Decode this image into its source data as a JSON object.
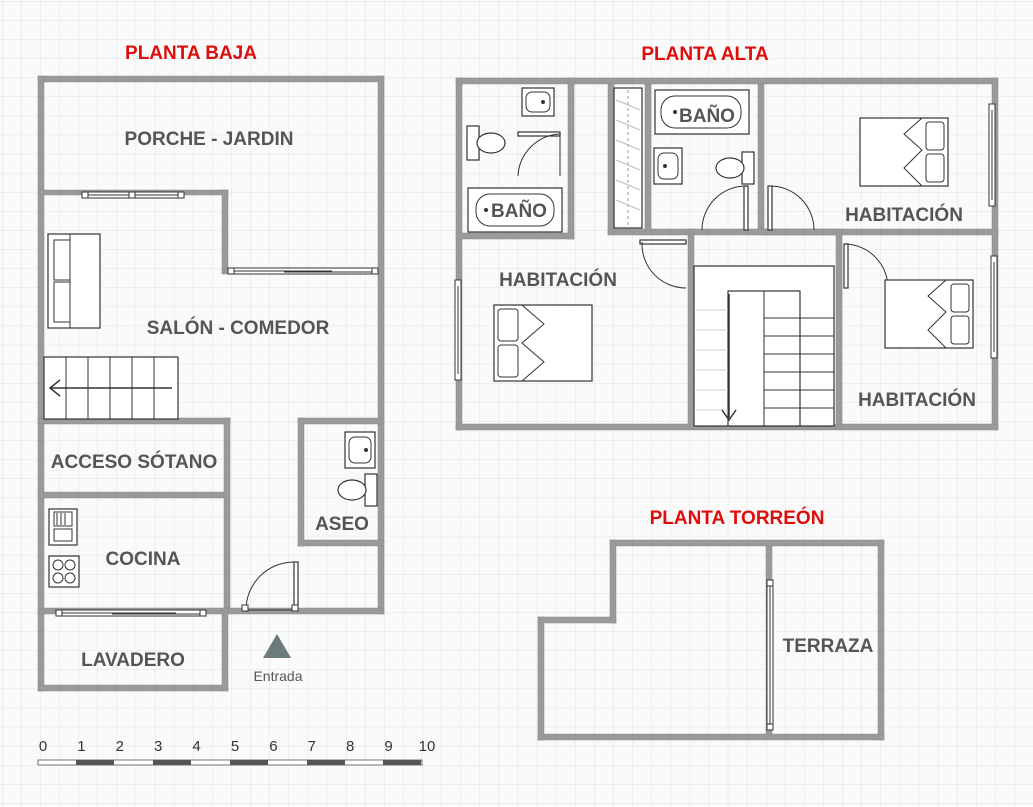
{
  "floors": {
    "ground": {
      "title": "PLANTA BAJA",
      "rooms": {
        "porche": "PORCHE - JARDIN",
        "salon": "SALÓN - COMEDOR",
        "sotano": "ACCESO SÓTANO",
        "cocina": "COCINA",
        "aseo": "ASEO",
        "lavadero": "LAVADERO"
      },
      "entrance_label": "Entrada"
    },
    "upper": {
      "title": "PLANTA ALTA",
      "rooms": {
        "bano_left": "BAÑO",
        "bano_mid": "BAÑO",
        "hab_top_right": "HABITACIÓN",
        "hab_left": "HABITACIÓN",
        "hab_bottom_right": "HABITACIÓN"
      }
    },
    "tower": {
      "title": "PLANTA TORREÓN",
      "rooms": {
        "terraza": "TERRAZA"
      }
    }
  },
  "scale": {
    "ticks": [
      "0",
      "1",
      "2",
      "3",
      "4",
      "5",
      "6",
      "7",
      "8",
      "9",
      "10"
    ]
  },
  "colors": {
    "title_red": "#e00b0b",
    "wall_gray": "#9a9a9a",
    "text_gray": "#555555",
    "grid_line": "#d8d8d8",
    "entrance_marker": "#6b7a7a"
  }
}
